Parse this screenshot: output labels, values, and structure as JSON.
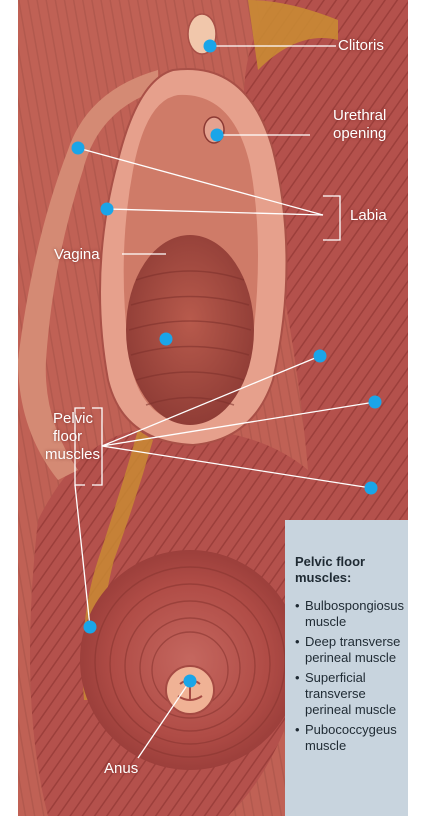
{
  "labels": {
    "clitoris": "Clitoris",
    "urethral_opening": [
      "Urethral",
      "opening"
    ],
    "labia": "Labia",
    "vagina": "Vagina",
    "pelvic_floor_muscles": [
      "Pelvic",
      "floor",
      "muscles"
    ],
    "anus": "Anus"
  },
  "info_box": {
    "title": [
      "Pelvic floor",
      "muscles:"
    ],
    "items": [
      [
        "Bulbospongiosus",
        "muscle"
      ],
      [
        "Deep transverse",
        "perineal muscle"
      ],
      [
        "Superficial",
        "transverse",
        "perineal muscle"
      ],
      [
        "Pubococcygeus",
        "muscle"
      ]
    ]
  },
  "colors": {
    "marker": "#1aa5e8",
    "leader_line": "#ffffff",
    "info_box_bg": "#c8d4de",
    "muscle": "#b4514c",
    "fat": "#c98a34"
  }
}
